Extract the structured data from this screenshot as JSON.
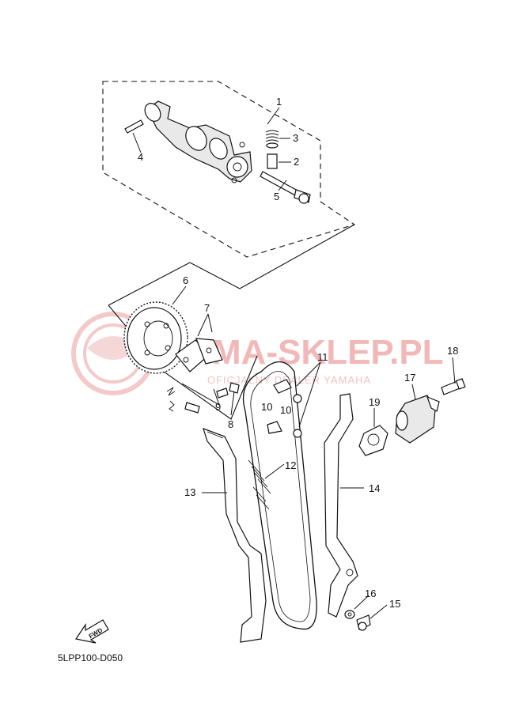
{
  "watermark": {
    "title": "MA-SKLEP.PL",
    "subtitle": "OFICJALNY DEALER YAMAHA",
    "color": "#f2b8b8"
  },
  "diagram_code": "5LPP100-D050",
  "fwd_label": "FWD",
  "callouts": [
    "1",
    "2",
    "3",
    "4",
    "5",
    "6",
    "7",
    "8",
    "9",
    "10",
    "10",
    "11",
    "12",
    "13",
    "14",
    "15",
    "16",
    "17",
    "18",
    "19"
  ]
}
